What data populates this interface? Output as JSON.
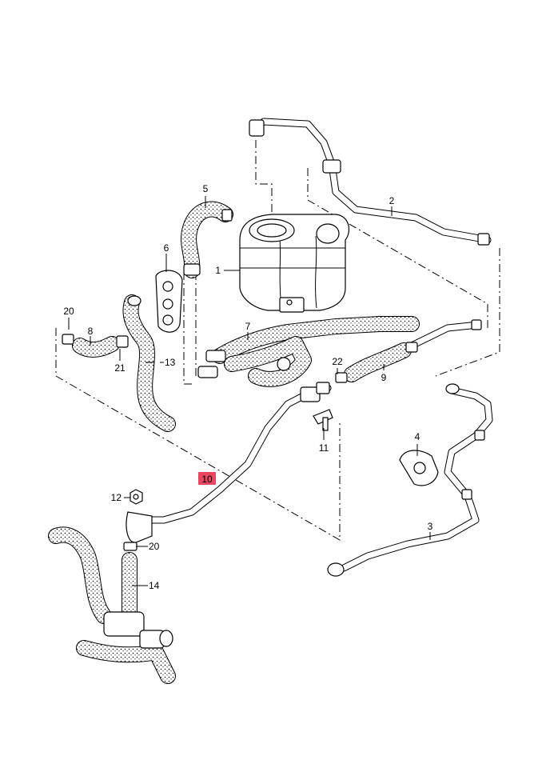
{
  "callouts": [
    {
      "id": "c1",
      "text": "1"
    },
    {
      "id": "c2",
      "text": "2"
    },
    {
      "id": "c3",
      "text": "3"
    },
    {
      "id": "c4",
      "text": "4"
    },
    {
      "id": "c5",
      "text": "5"
    },
    {
      "id": "c6",
      "text": "6"
    },
    {
      "id": "c7",
      "text": "7"
    },
    {
      "id": "c8",
      "text": "8"
    },
    {
      "id": "c9",
      "text": "9"
    },
    {
      "id": "c10",
      "text": "10",
      "highlighted": true
    },
    {
      "id": "c11",
      "text": "11"
    },
    {
      "id": "c12",
      "text": "12"
    },
    {
      "id": "c13",
      "text": "13"
    },
    {
      "id": "c14",
      "text": "14"
    },
    {
      "id": "c20a",
      "text": "20"
    },
    {
      "id": "c20b",
      "text": "20"
    },
    {
      "id": "c21",
      "text": "21"
    },
    {
      "id": "c22",
      "text": "22"
    }
  ],
  "colors": {
    "line": "#000000",
    "background": "#ffffff",
    "highlight": "#e8475f"
  }
}
